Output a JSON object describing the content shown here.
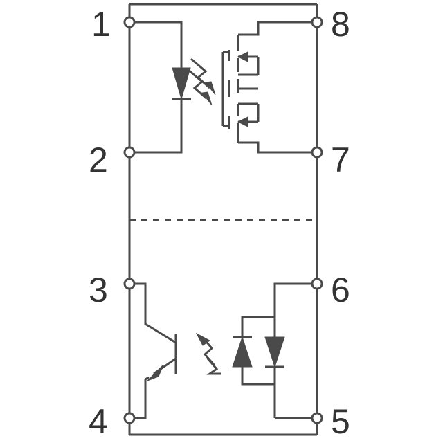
{
  "pins": {
    "p1": "1",
    "p2": "2",
    "p3": "3",
    "p4": "4",
    "p5": "5",
    "p6": "6",
    "p7": "7",
    "p8": "8"
  },
  "colors": {
    "line": "#4a4a4a",
    "text": "#333333",
    "background": "#ffffff"
  },
  "icons": {
    "upper_emitter": "led-icon",
    "upper_detector": "mosfet-icon",
    "lower_emitter": "led-icon",
    "lower_detector": "phototransistor-icon"
  }
}
